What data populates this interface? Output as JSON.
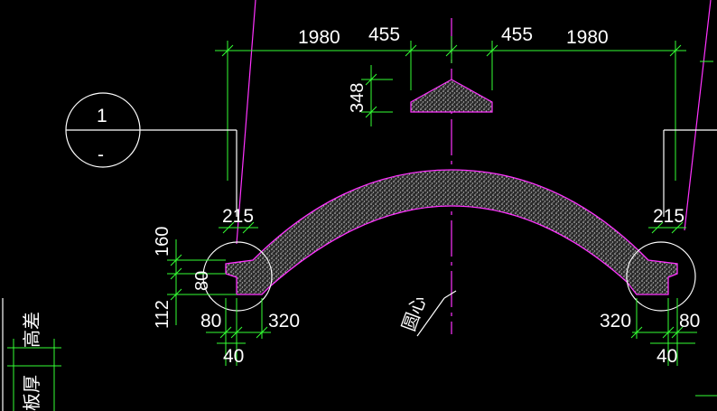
{
  "drawing": {
    "colors": {
      "background": "#000000",
      "dimension_line": "#33ff33",
      "outline": "#ff33ff",
      "text": "#ffffff",
      "hatch": "#c8c8c8"
    },
    "dimensions": {
      "top_left_outer": "1980",
      "top_left_inner": "455",
      "top_right_inner": "455",
      "top_right_outer": "1980",
      "keystone_height": "348",
      "left_top_width": "215",
      "right_top_width": "215",
      "left_height_upper": "160",
      "left_height_mid": "80",
      "left_height_lower": "112",
      "left_bottom_a": "80",
      "left_bottom_b": "320",
      "left_bottom_c": "40",
      "right_bottom_a": "320",
      "right_bottom_b": "80",
      "right_bottom_c": "40"
    },
    "section_marker": {
      "number": "1",
      "sheet": "-"
    },
    "labels": {
      "center_mark": "圆心",
      "left_vertical_1": "高差",
      "left_vertical_2": "板厚"
    }
  }
}
